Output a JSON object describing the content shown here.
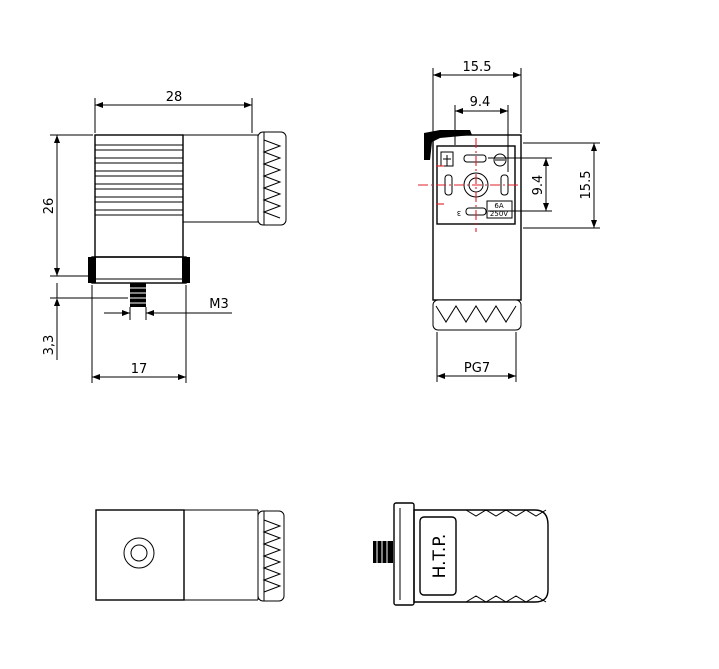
{
  "dimensions": {
    "front_width": "28",
    "front_height": "26",
    "front_base_width": "17",
    "front_base_gap": "3,3",
    "thread": "M3",
    "side_width": "15.5",
    "side_pin_spacing_h": "9.4",
    "side_pin_spacing_v": "9.4",
    "side_height": "15.5",
    "gland": "PG7"
  },
  "face_labels": {
    "ground_pin": "3",
    "rating_current": "6A",
    "rating_voltage": "250V"
  },
  "brand_text": "H.T.P.",
  "colors": {
    "lines": "#000000",
    "centerlines": "#e0202a"
  }
}
